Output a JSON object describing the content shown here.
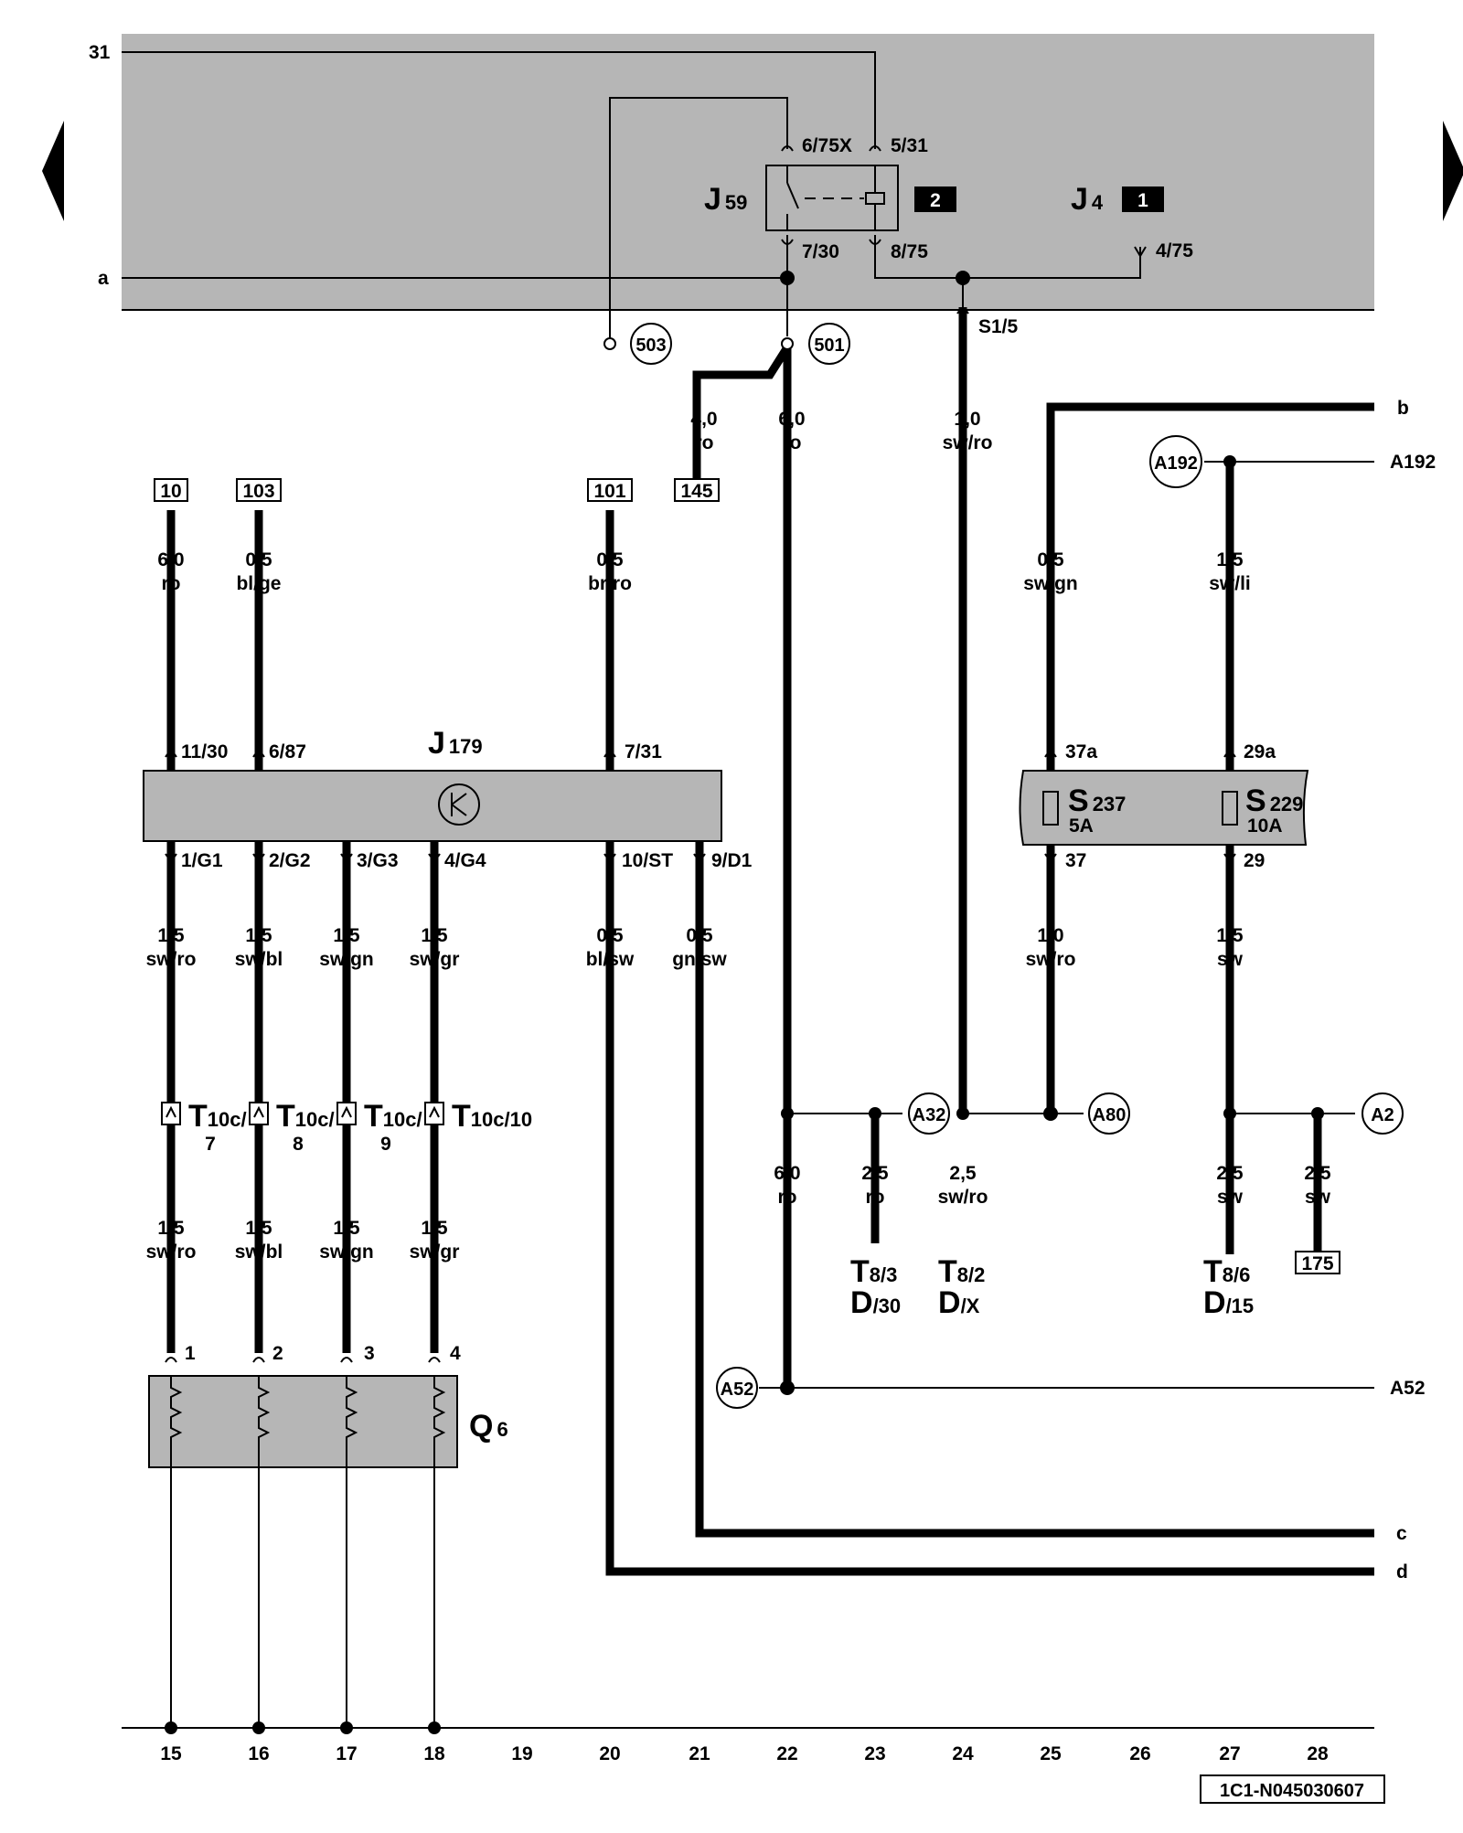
{
  "wire_specs": {
    "w4_0ro": [
      "4,0",
      "ro"
    ],
    "w6_0ro_top": [
      "6,0",
      "ro"
    ],
    "w1_0swro_top": [
      "1,0",
      "sw/ro"
    ],
    "w6_0ro_in": [
      "6,0",
      "ro"
    ],
    "w0_5blge": [
      "0,5",
      "bl/ge"
    ],
    "w0_5brro": [
      "0,5",
      "br/ro"
    ],
    "w0_5swgn": [
      "0,5",
      "sw/gn"
    ],
    "w1_5swli": [
      "1,5",
      "sw/li"
    ],
    "g1": [
      "1,5",
      "sw/ro"
    ],
    "g2": [
      "1,5",
      "sw/bl"
    ],
    "g3": [
      "1,5",
      "sw/gn"
    ],
    "g4": [
      "1,5",
      "sw/gr"
    ],
    "st": [
      "0,5",
      "bl/sw"
    ],
    "d1": [
      "0,5",
      "gn/sw"
    ],
    "s237out": [
      "1,0",
      "sw/ro"
    ],
    "s229out": [
      "1,5",
      "sw"
    ],
    "q1": [
      "1,5",
      "sw/ro"
    ],
    "q2": [
      "1,5",
      "sw/bl"
    ],
    "q3": [
      "1,5",
      "sw/gn"
    ],
    "q4": [
      "1,5",
      "sw/gr"
    ],
    "b22": [
      "6,0",
      "ro"
    ],
    "b23": [
      "2,5",
      "ro"
    ],
    "b24": [
      "2,5",
      "sw/ro"
    ],
    "b27": [
      "2,5",
      "sw"
    ],
    "b28": [
      "2,5",
      "sw"
    ]
  },
  "ref_boxes": [
    "10",
    "103",
    "101",
    "145",
    "175"
  ],
  "circle_refs": [
    "503",
    "501",
    "A192",
    "A32",
    "A80",
    "A2",
    "A52"
  ],
  "line_labels": {
    "l31": "31",
    "la": "a",
    "lb": "b",
    "lc": "c",
    "ld": "d",
    "a192": "A192",
    "a52": "A52"
  },
  "components": {
    "J59": {
      "main": "J",
      "sub": "59"
    },
    "J4": {
      "main": "J",
      "sub": "4"
    },
    "J179": {
      "main": "J",
      "sub": "179"
    },
    "Q6": {
      "main": "Q",
      "sub": "6"
    },
    "S237": {
      "main": "S",
      "sub": "237",
      "rating": "5A"
    },
    "S229": {
      "main": "S",
      "sub": "229",
      "rating": "10A"
    }
  },
  "badges": {
    "b2": "2",
    "b1": "1"
  },
  "pins": {
    "p6_75x": "6/75X",
    "p5_31": "5/31",
    "p7_30": "7/30",
    "p8_75": "8/75",
    "p4_75": "4/75",
    "s1_5": "S1/5",
    "p11_30": "11/30",
    "p6_87": "6/87",
    "p7_31": "7/31",
    "p1g1": "1/G1",
    "p2g2": "2/G2",
    "p3g3": "3/G3",
    "p4g4": "4/G4",
    "p10st": "10/ST",
    "p9d1": "9/D1",
    "p37a": "37a",
    "p29a": "29a",
    "p37": "37",
    "p29": "29",
    "q1": "1",
    "q2": "2",
    "q3": "3",
    "q4": "4"
  },
  "connectors_t10c": [
    {
      "main": "T",
      "sub": "10c/",
      "pin": "7"
    },
    {
      "main": "T",
      "sub": "10c/",
      "pin": "8"
    },
    {
      "main": "T",
      "sub": "10c/",
      "pin": "9"
    },
    {
      "main": "T",
      "sub": "10c/10",
      "pin": ""
    }
  ],
  "connectors_t8": [
    {
      "t": "T",
      "tsub": "8/3",
      "d": "D",
      "dsub": "/30"
    },
    {
      "t": "T",
      "tsub": "8/2",
      "d": "D",
      "dsub": "/X"
    },
    {
      "t": "T",
      "tsub": "8/6",
      "d": "D",
      "dsub": "/15"
    }
  ],
  "grid_numbers": [
    "15",
    "16",
    "17",
    "18",
    "19",
    "20",
    "21",
    "22",
    "23",
    "24",
    "25",
    "26",
    "27",
    "28"
  ],
  "footer_code": "1C1-N045030607",
  "nav": {
    "prev": "previous-page",
    "next": "next-page"
  }
}
